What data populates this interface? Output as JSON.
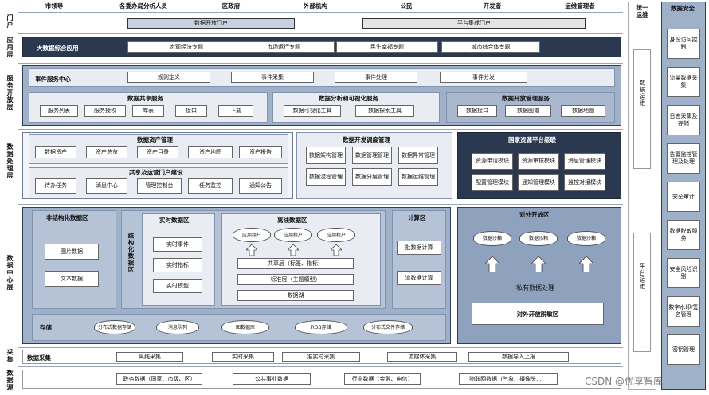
{
  "users": [
    "市领导",
    "各委办局分析人员",
    "区政府",
    "外部机构",
    "公民",
    "开发者",
    "运维管理者"
  ],
  "layers": {
    "portal": "门户",
    "app": "应用层",
    "service": "服务开放层",
    "process": "数据处理层",
    "center": "数据中心层",
    "collect": "采集",
    "source": "数据源"
  },
  "portal": {
    "open": "数据开放门户",
    "platform": "平台集成门户"
  },
  "app": {
    "title": "大数据综合应用",
    "items": [
      "宏观经济专题",
      "市场运行专题",
      "民生幸福专题",
      "城市综合体专题"
    ]
  },
  "event": {
    "title": "事件服务中心",
    "items": [
      "规则定义",
      "事件采集",
      "事件处理",
      "事件分发"
    ]
  },
  "share": {
    "title": "数据共享服务",
    "items": [
      "服务列表",
      "服务授权",
      "库表",
      "接口",
      "下载"
    ]
  },
  "viz": {
    "title": "数据分析和可视化服务",
    "items": [
      "数据可视化工具",
      "数据探索工具"
    ]
  },
  "openSvc": {
    "title": "数据开放管理服务",
    "items": [
      "数据接口",
      "数据图谱",
      "数据地图"
    ]
  },
  "asset": {
    "title": "数据资产管理",
    "items": [
      "数据资产",
      "资产总览",
      "资产目录",
      "资产地图",
      "资产报告"
    ]
  },
  "ops": {
    "title": "共享及运营门户建设",
    "items": [
      "待办任务",
      "消息中心",
      "管理控制台",
      "任务监控",
      "通知公告"
    ]
  },
  "dev": {
    "title": "数据开发调度管理",
    "items": [
      "数据架构管理",
      "数据管理管理",
      "数据异常管理",
      "数据流程管理",
      "数据分层管理",
      "数据运维管理"
    ]
  },
  "nat": {
    "title": "国家资源平台级联",
    "items": [
      "资源申请模块",
      "资源审核模块",
      "消息管理模块",
      "配置管理模块",
      "通知管理模块",
      "监控对接模块"
    ]
  },
  "unstruct": {
    "title": "非结构化数据区",
    "items": [
      "图片数据",
      "文本数据"
    ]
  },
  "structLabel": "结构化数据区",
  "realtime": {
    "title": "实时数据区",
    "items": [
      "实时事件",
      "实时指标",
      "实时模型"
    ]
  },
  "offline": {
    "title": "离线数据区",
    "tenants": [
      "应用租户",
      "应用租户",
      "应用租户"
    ],
    "layers": [
      "共享层（标签、指标）",
      "标准层（主题模型）",
      "数据湖"
    ]
  },
  "compute": {
    "title": "计算区",
    "items": [
      "批数据计算",
      "流数据计算"
    ]
  },
  "openZone": {
    "title": "对外开放区",
    "sandboxes": [
      "数据沙箱",
      "数据沙箱",
      "数据沙箱"
    ],
    "private": "私有数据处理",
    "desens": "对外开放脱敏区"
  },
  "storage": {
    "title": "存储",
    "items": [
      "分布式数据存储",
      "消息队列",
      "图数据库",
      "RDB存储",
      "分布式文件存储"
    ]
  },
  "collect": {
    "title": "数据采集",
    "items": [
      "离线采集",
      "实时采集",
      "准实时采集",
      "流媒体采集",
      "数据导入上报"
    ]
  },
  "sources": [
    "政务数据（国家、市级、区）",
    "公共事业数据",
    "行业数据（金融、电信）",
    "物联网数据（气象、摄像头...）"
  ],
  "ops_col": {
    "title": "统一运维",
    "a": "数据运维",
    "b": "平台运维"
  },
  "sec": {
    "title": "数据安全",
    "items": [
      "身份访问控制",
      "流量数据采集",
      "日志采集及存储",
      "告警监控管理及处理",
      "安全审计",
      "数据脱敏服务",
      "安全风险识别",
      "数字水印/签名管理",
      "密钥管理"
    ]
  },
  "watermark": "CSDN @优享智库"
}
